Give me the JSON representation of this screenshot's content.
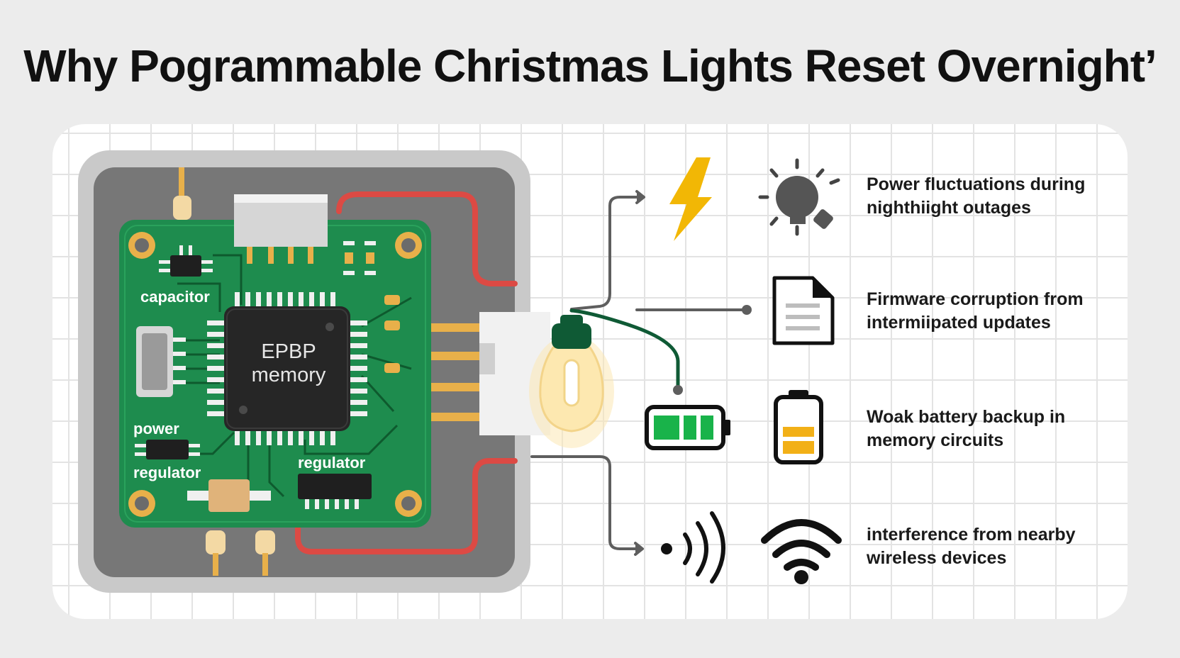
{
  "title": "Why Pogrammable Christmas Lights Reset Overnight’",
  "board": {
    "chip_label_line1": "EPBP",
    "chip_label_line2": "memory",
    "capacitor_label": "capacitor",
    "power_regulator_label_line1": "power",
    "power_regulator_label_line2": "regulator",
    "regulator_label": "regulator"
  },
  "causes": [
    {
      "text_line1": "Power fluctuations during",
      "text_line2": "nighthiight outages",
      "icons": [
        "lightning-bolt-icon",
        "broken-bulb-icon"
      ]
    },
    {
      "text_line1": "Firmware corruption from",
      "text_line2": "intermiipated updates",
      "icons": [
        "document-icon"
      ]
    },
    {
      "text_line1": "Woak battery backup in",
      "text_line2": "memory circuits",
      "icons": [
        "battery-full-icon",
        "battery-low-icon"
      ]
    },
    {
      "text_line1": "interference from nearby",
      "text_line2": "wireless devices",
      "icons": [
        "signal-waves-icon",
        "wifi-icon"
      ]
    }
  ],
  "colors": {
    "pcb_green": "#1e8c4e",
    "housing_gray": "#7a7a7a",
    "wire_red": "#dc4a44",
    "gold": "#e8b04a",
    "bolt_yellow": "#f2b705",
    "battery_green": "#19b34a",
    "battery_amber": "#f2b017"
  }
}
